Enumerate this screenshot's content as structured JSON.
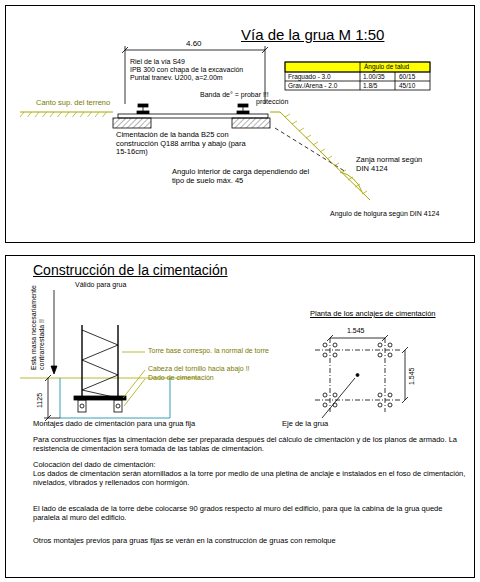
{
  "diagram": {
    "nodes": [
      {
        "text": [
          "Vía de la grua M 1:50"
        ]
      },
      {
        "text": [
          "Construcción de la cimentación"
        ]
      }
    ],
    "labels": [
      "4.60",
      "Riel de la vía S49",
      "IPB 300 con chapa de la excavación",
      "Puntal tranev. U200, a=2.00m",
      "Banda de° = probar !!!",
      "protección",
      "Canto sup. del terreno",
      "Cimentación de la banda B25 con construcción Q188 arriba y abajo (para 15-16cm)",
      "Ángulo de talud",
      "Fraguado - 3.0",
      "1.00/35",
      "60/15",
      "Grav./Arena - 2.0",
      "1.8/5",
      "45/10",
      "Zanja normal según DIN 4124",
      "Angulo interior de carga dependiendo del tipo de suelo máx. 45",
      "Angulo de holgura según DIN 4124",
      "Válido para grua",
      "Esta masa necesariamente contrarrestada !!",
      "Torre base correspo. la normal de torre",
      "Cabeza del tornillo hacia abajo !!",
      "Dado de cimentación",
      "1125",
      "Planta de los anclajes de cimentación",
      "1.545",
      "1.545",
      "Eje de la grua",
      "Montajes dado de cimentación para una grua fija",
      "Para construcciones fijas la cimentación debe ser preparada después del cálculo de cimentación y de los planos de armado. La resistencia de cimentación será tomada de las tablas de cimentación.",
      "Colocación del dado de cimentación:",
      "Los dados de cimentación serán atornillados a la torre por medio de una pletina de anclaje e instalados en el foso de cimentación, nivelados, vibrados y rellenados con hormigón.",
      "El lado de escalada de la torre debe colocarse 90 grados respecto al muro del edificio, para que la cabina de la grua quede paralela al muro del edificio.",
      "Otros montajes previos para gruas fijas se verán en la construcción de gruas con remolque"
    ]
  }
}
